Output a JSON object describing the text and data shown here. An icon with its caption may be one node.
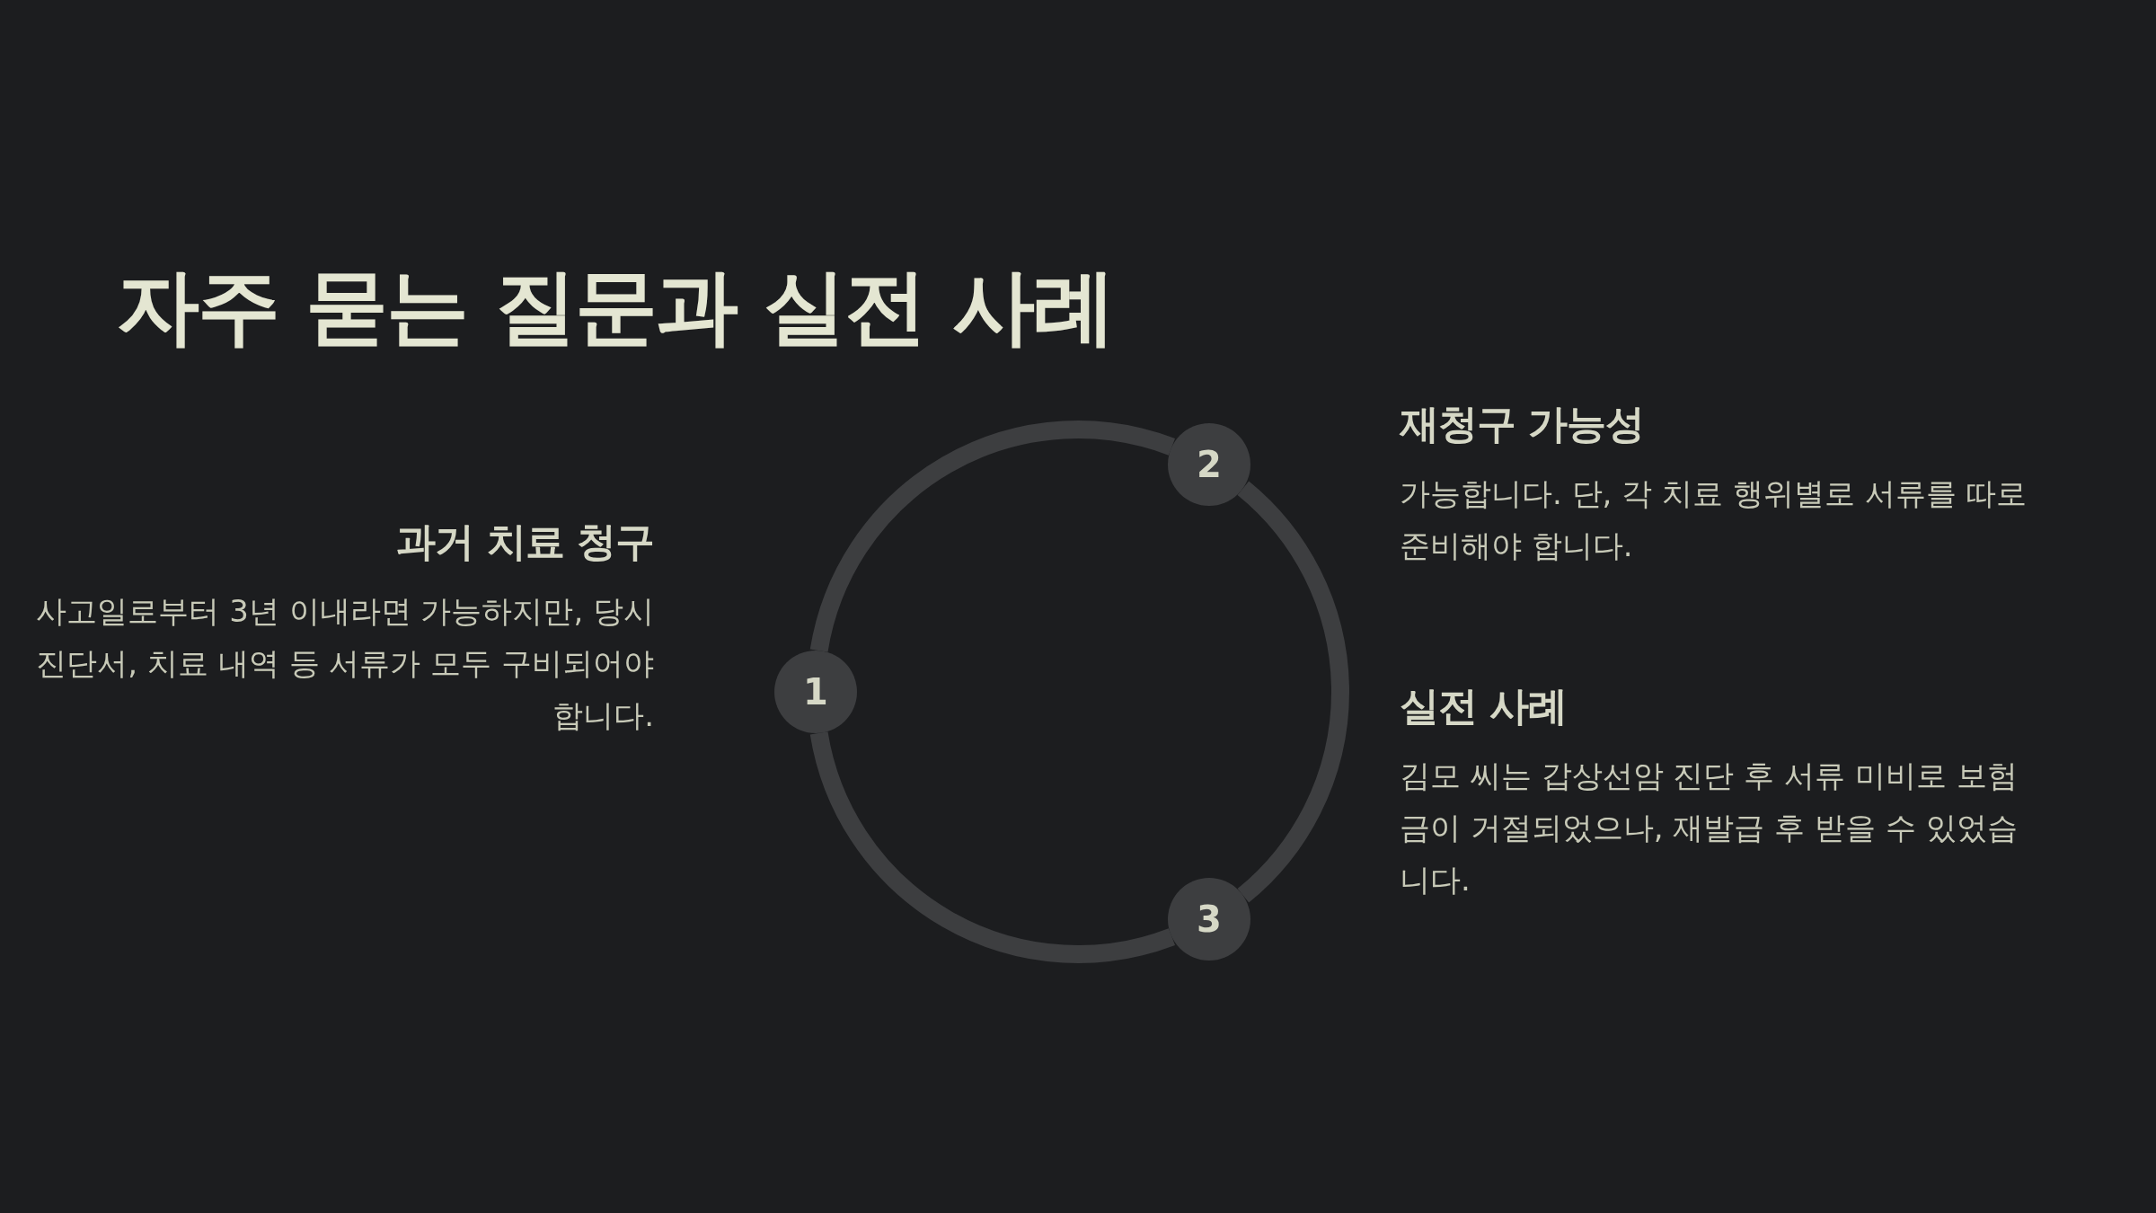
{
  "diagram": {
    "title": "자주 묻는 질문과 실전 사례",
    "nodes": [
      {
        "text": [
          "1"
        ],
        "beside": [
          "과거 치료 청구",
          "사고일로부터 3년 이내라면 가능하지만, 당시 진단서, 치료 내역 등 서류가 모두 구비되어야 합니다."
        ]
      },
      {
        "text": [
          "2"
        ],
        "beside": [
          "재청구 가능성",
          "가능합니다. 단, 각 치료 행위별로 서류를 따로 준비해야 합니다."
        ]
      },
      {
        "text": [
          "3"
        ],
        "beside": [
          "실전 사례",
          "김모 씨는 갑상선암 진단 후 서류 미비로 보험금이 거절되었으나, 재발급 후 받을 수 있었습니다."
        ]
      }
    ],
    "edges": [
      {
        "from": 0,
        "to": 1,
        "arrow": "none"
      },
      {
        "from": 1,
        "to": 2,
        "arrow": "none"
      },
      {
        "from": 2,
        "to": 0,
        "arrow": "none"
      }
    ]
  }
}
